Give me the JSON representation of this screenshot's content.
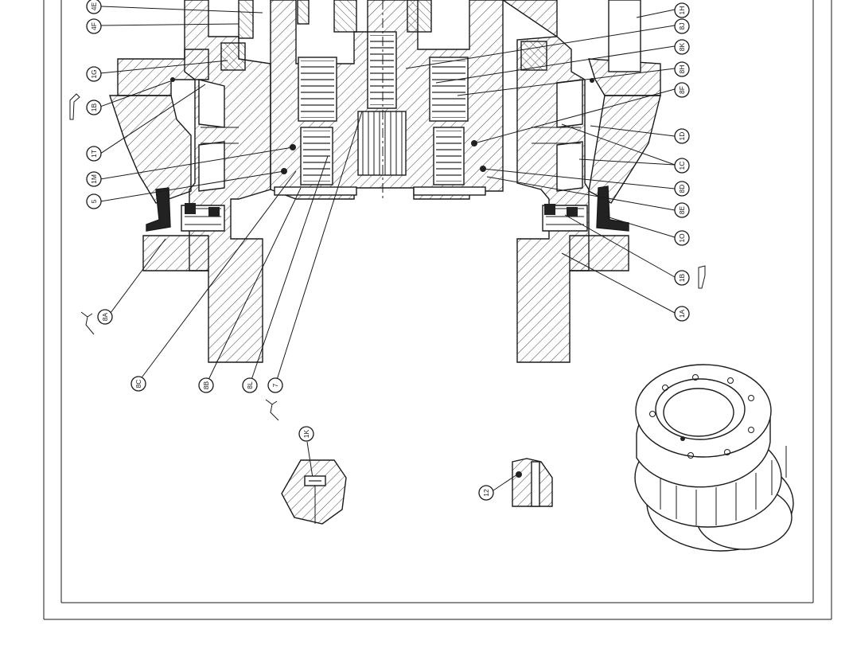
{
  "diagram": {
    "callouts": [
      {
        "id": "4E",
        "label": "4E"
      },
      {
        "id": "4F",
        "label": "4F"
      },
      {
        "id": "1G",
        "label": "1G"
      },
      {
        "id": "1B-left",
        "label": "1B"
      },
      {
        "id": "1T",
        "label": "1T"
      },
      {
        "id": "1M",
        "label": "1M"
      },
      {
        "id": "5",
        "label": "5"
      },
      {
        "id": "8A",
        "label": "8A"
      },
      {
        "id": "8C",
        "label": "8C"
      },
      {
        "id": "8B",
        "label": "8B"
      },
      {
        "id": "8L",
        "label": "8L"
      },
      {
        "id": "7",
        "label": "7"
      },
      {
        "id": "1K",
        "label": "1K"
      },
      {
        "id": "12",
        "label": "12"
      },
      {
        "id": "1H",
        "label": "1H"
      },
      {
        "id": "8J",
        "label": "8J"
      },
      {
        "id": "8K",
        "label": "8K"
      },
      {
        "id": "8H",
        "label": "8H"
      },
      {
        "id": "8F",
        "label": "8F"
      },
      {
        "id": "1D",
        "label": "1D"
      },
      {
        "id": "1C",
        "label": "1C"
      },
      {
        "id": "8D",
        "label": "8D"
      },
      {
        "id": "8E",
        "label": "8E"
      },
      {
        "id": "1O",
        "label": "1O"
      },
      {
        "id": "1B-right",
        "label": "1B"
      },
      {
        "id": "1A",
        "label": "1A"
      }
    ],
    "colors": {
      "ink": "#1a1a1a",
      "paper": "#ffffff",
      "hatch": "#555555",
      "seal": "#222222"
    }
  }
}
